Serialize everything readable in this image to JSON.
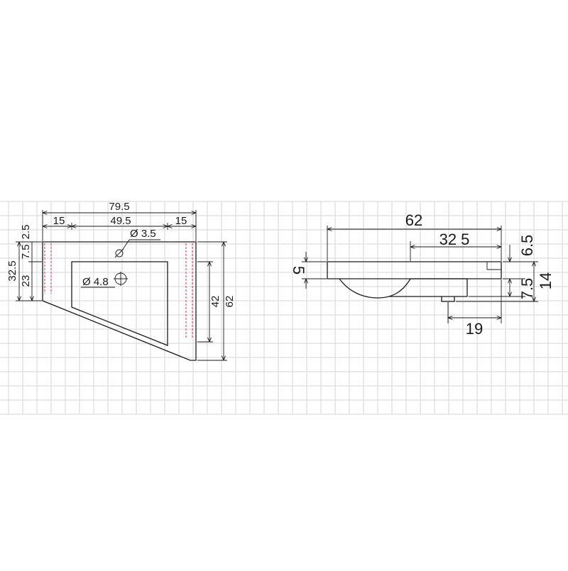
{
  "top_view": {
    "overall_width": "79.5",
    "left_margin": "15",
    "basin_width": "49.5",
    "right_margin": "15",
    "rim": "2.5",
    "tap_hole": "Ø 3.5",
    "drain_hole": "Ø 4.8",
    "offset_a": "7.5",
    "offset_b": "23",
    "left_depth": "32.5",
    "basin_depth": "42",
    "overall_depth": "62"
  },
  "side_view": {
    "overall_width": "62",
    "basin_width": "32 5",
    "slab_thickness": "5",
    "rim_height": "6.5",
    "bowl_depth": "7.5",
    "overall_height": "14",
    "drain_offset": "19"
  },
  "colors": {
    "line": "#1a1a1a",
    "grid": "#d6d6d6",
    "hidden_line": "#e0406a"
  }
}
